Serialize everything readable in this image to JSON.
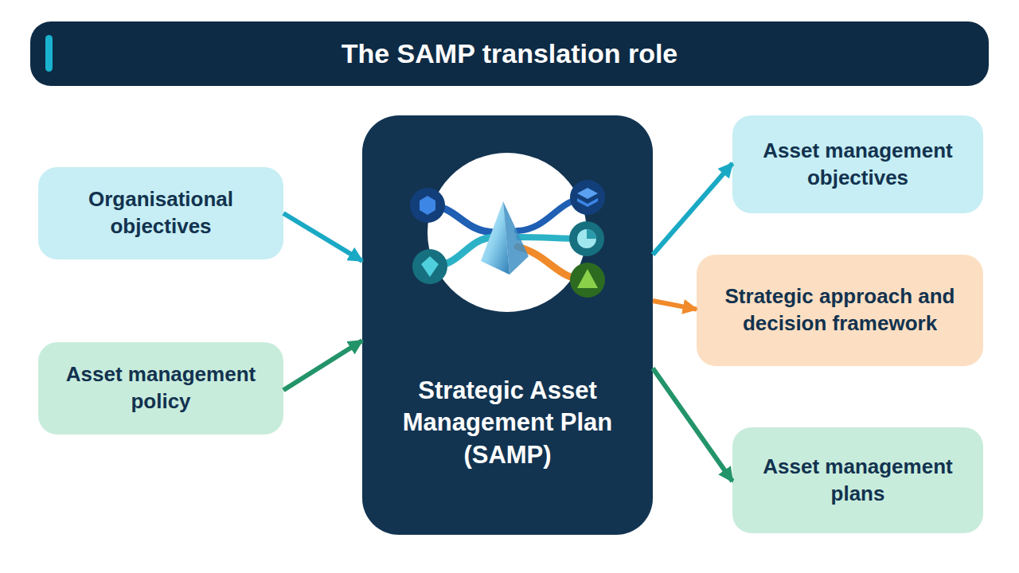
{
  "diagram": {
    "title": "The SAMP translation role",
    "nodes": [
      {
        "text": [
          "Organisational objectives"
        ]
      },
      {
        "text": [
          "Asset management policy"
        ]
      },
      {
        "text": [
          "Strategic Asset Management Plan (SAMP)"
        ]
      },
      {
        "text": [
          "Asset management objectives"
        ]
      },
      {
        "text": [
          "Strategic approach and decision framework"
        ]
      },
      {
        "text": [
          "Asset management plans"
        ]
      }
    ],
    "edges": [
      {
        "from": 0,
        "to": 2,
        "arrow": "to"
      },
      {
        "from": 1,
        "to": 2,
        "arrow": "to"
      },
      {
        "from": 2,
        "to": 3,
        "arrow": "to"
      },
      {
        "from": 2,
        "to": 4,
        "arrow": "to"
      },
      {
        "from": 2,
        "to": 5,
        "arrow": "to"
      }
    ]
  }
}
